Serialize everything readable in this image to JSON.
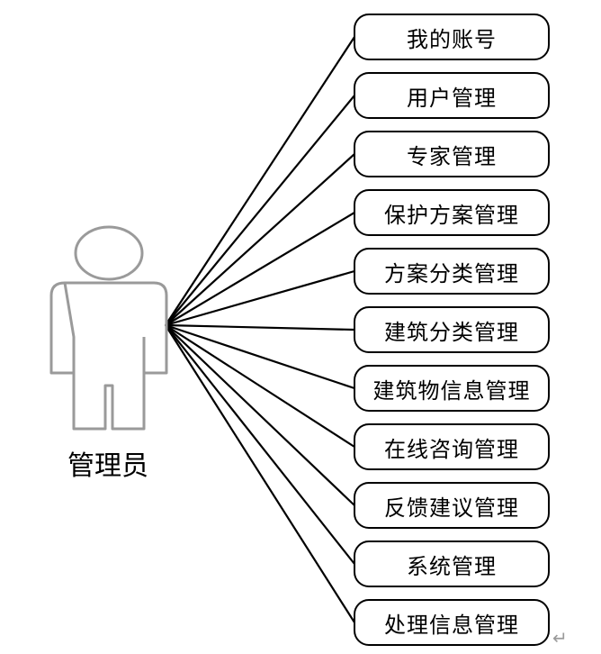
{
  "actor": {
    "label": "管理员",
    "icon": "person-outline-icon",
    "stroke_color": "#9a9a9a"
  },
  "use_cases": [
    {
      "label": "我的账号"
    },
    {
      "label": "用户管理"
    },
    {
      "label": "专家管理"
    },
    {
      "label": "保护方案管理"
    },
    {
      "label": "方案分类管理"
    },
    {
      "label": "建筑分类管理"
    },
    {
      "label": "建筑物信息管理"
    },
    {
      "label": "在线咨询管理"
    },
    {
      "label": "反馈建议管理"
    },
    {
      "label": "系统管理"
    },
    {
      "label": "处理信息管理"
    }
  ],
  "line_color": "#000000",
  "paragraph_mark": "↵"
}
